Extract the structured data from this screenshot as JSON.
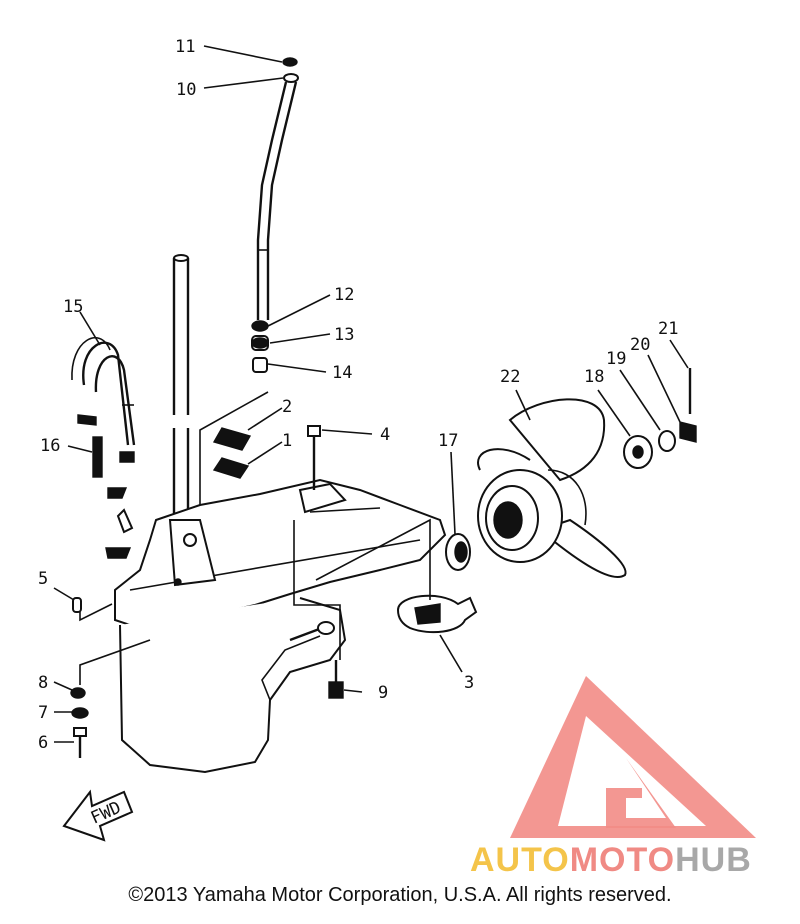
{
  "callouts": {
    "c1": "1",
    "c2": "2",
    "c3": "3",
    "c4": "4",
    "c5": "5",
    "c6": "6",
    "c7": "7",
    "c8": "8",
    "c9": "9",
    "c10": "10",
    "c11": "11",
    "c12": "12",
    "c13": "13",
    "c14": "14",
    "c15": "15",
    "c16": "16",
    "c17": "17",
    "c18": "18",
    "c19": "19",
    "c20": "20",
    "c21": "21",
    "c22": "22"
  },
  "fwd_label": "FWD",
  "copyright": "©2013 Yamaha Motor Corporation, U.S.A. All rights reserved.",
  "watermark": {
    "part1": "AUTO",
    "part2": "MOTO",
    "part3": "HUB",
    "colors": {
      "auto": "#f4c44a",
      "moto": "#f08a84",
      "hub": "#a8a8a8",
      "triangle": "#f28c86"
    }
  }
}
